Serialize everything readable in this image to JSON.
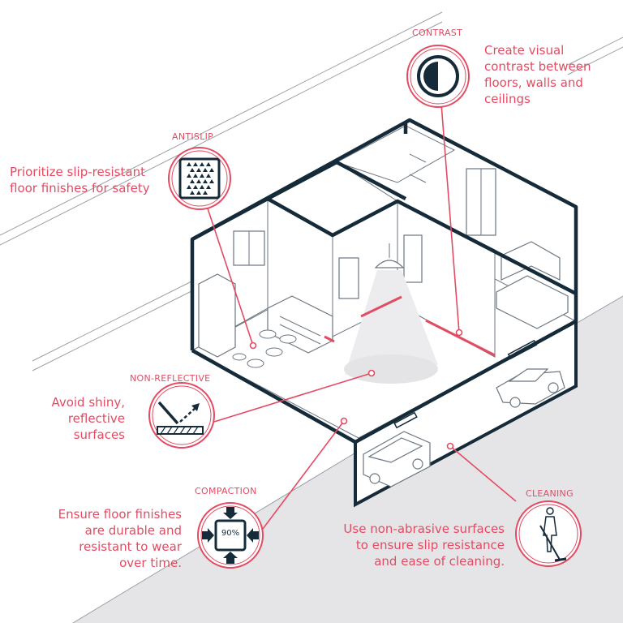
{
  "colors": {
    "accent": "#e34b63",
    "navy": "#152b3a",
    "line": "#6b7680",
    "ground": "#e4e4e6"
  },
  "features": {
    "contrast": {
      "label": "CONTRAST",
      "icon": "half-circle-contrast-icon",
      "text": [
        "Create visual",
        "contrast between",
        "floors, walls and",
        "ceilings"
      ]
    },
    "antislip": {
      "label": "ANTISLIP",
      "icon": "triangle-texture-icon",
      "text": [
        "Prioritize slip-resistant",
        "floor finishes for safety"
      ]
    },
    "non_reflective": {
      "label": "NON-REFLECTIVE",
      "icon": "reflection-arrow-icon",
      "text": [
        "Avoid shiny,",
        "reflective",
        "surfaces"
      ]
    },
    "compaction": {
      "label": "COMPACTION",
      "icon": "compaction-arrows-icon",
      "value": "90%",
      "text": [
        "Ensure floor finishes",
        "are durable and",
        "resistant to wear",
        "over time."
      ]
    },
    "cleaning": {
      "label": "CLEANING",
      "icon": "mopping-person-icon",
      "text": [
        "Use non-abrasive surfaces",
        "to ensure slip resistance",
        "and ease of cleaning."
      ]
    }
  }
}
